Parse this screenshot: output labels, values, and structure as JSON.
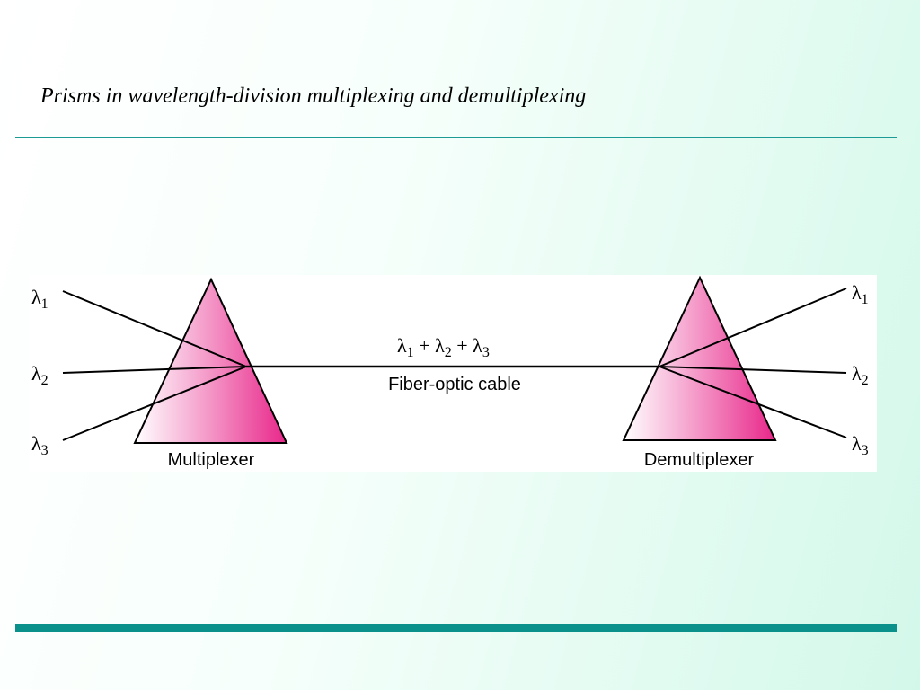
{
  "title": "Prisms in wavelength-division multiplexing and demultiplexing",
  "diagram": {
    "lambda_symbol": "λ",
    "inputs": [
      {
        "sub": "1"
      },
      {
        "sub": "2"
      },
      {
        "sub": "3"
      }
    ],
    "outputs": [
      {
        "sub": "1"
      },
      {
        "sub": "2"
      },
      {
        "sub": "3"
      }
    ],
    "combined_label": {
      "parts": [
        "λ",
        "1",
        " + λ",
        "2",
        " + λ",
        "3"
      ]
    },
    "cable_label": "Fiber-optic cable",
    "multiplexer_label": "Multiplexer",
    "demultiplexer_label": "Demultiplexer"
  },
  "colors": {
    "rule": "#0b918c",
    "prism_dark": "#e8278a",
    "prism_light": "#ffffff"
  }
}
